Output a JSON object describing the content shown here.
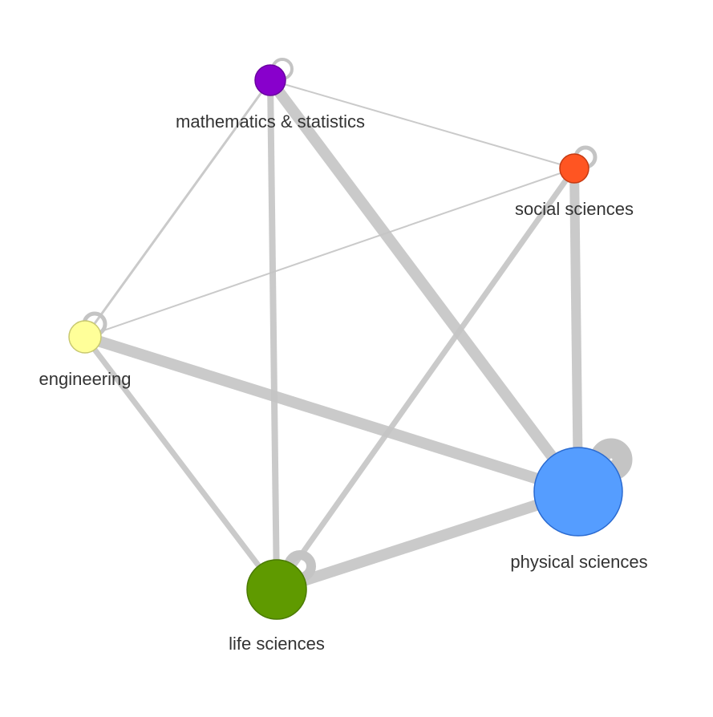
{
  "title": "",
  "colors": {
    "edge": "#c4c4c4"
  },
  "nodes": [
    {
      "id": "math",
      "label": "mathematics & statistics",
      "color": "#8800cc",
      "stroke": "#6a00a0",
      "weight": 1
    },
    {
      "id": "soc",
      "label": "social sciences",
      "color": "#ff5522",
      "stroke": "#c43a12",
      "weight": 1
    },
    {
      "id": "eng",
      "label": "engineering",
      "color": "#ffff99",
      "stroke": "#c8c870",
      "weight": 1.1
    },
    {
      "id": "phys",
      "label": "physical sciences",
      "color": "#559dff",
      "stroke": "#2a6ad0",
      "weight": 3
    },
    {
      "id": "life",
      "label": "life sciences",
      "color": "#5f9a00",
      "stroke": "#4a7a00",
      "weight": 2
    }
  ],
  "edges": [
    {
      "source": "math",
      "target": "phys",
      "weight": 14
    },
    {
      "source": "math",
      "target": "life",
      "weight": 8
    },
    {
      "source": "math",
      "target": "eng",
      "weight": 3
    },
    {
      "source": "math",
      "target": "soc",
      "weight": 2
    },
    {
      "source": "soc",
      "target": "phys",
      "weight": 12
    },
    {
      "source": "soc",
      "target": "life",
      "weight": 7
    },
    {
      "source": "soc",
      "target": "eng",
      "weight": 2
    },
    {
      "source": "eng",
      "target": "phys",
      "weight": 14
    },
    {
      "source": "eng",
      "target": "life",
      "weight": 7
    },
    {
      "source": "life",
      "target": "phys",
      "weight": 14
    }
  ],
  "self_loops": [
    {
      "node": "math",
      "weight": 4
    },
    {
      "node": "soc",
      "weight": 5
    },
    {
      "node": "eng",
      "weight": 5
    },
    {
      "node": "phys",
      "weight": 25
    },
    {
      "node": "life",
      "weight": 12
    }
  ]
}
